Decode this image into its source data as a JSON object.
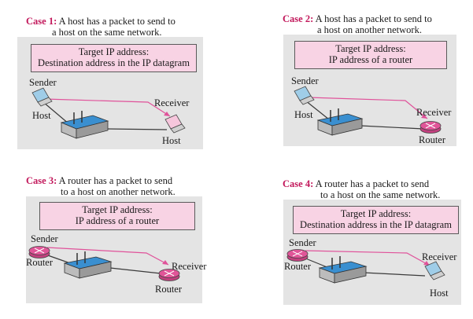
{
  "cases": [
    {
      "label": "Case 1:",
      "line1": "A host has a packet to send to",
      "line2": "a host on the same network.",
      "target_line1": "Target IP address:",
      "target_line2": "Destination address in the IP datagram",
      "sender_caption": "Sender",
      "sender_device": "Host",
      "receiver_caption": "Receiver",
      "receiver_device": "Host"
    },
    {
      "label": "Case 2:",
      "line1": "A host has a packet to send to",
      "line2": "a host on another network.",
      "target_line1": "Target IP address:",
      "target_line2": "IP address of a router",
      "sender_caption": "Sender",
      "sender_device": "Host",
      "receiver_caption": "Receiver",
      "receiver_device": "Router"
    },
    {
      "label": "Case 3:",
      "line1": "A router has a packet to send",
      "line2": "to a host on another network.",
      "target_line1": "Target IP address:",
      "target_line2": "IP address of a router",
      "sender_caption": "Sender",
      "sender_device": "Router",
      "receiver_caption": "Receiver",
      "receiver_device": "Router"
    },
    {
      "label": "Case 4:",
      "line1": "A router has a packet to send",
      "line2": "to a host on the same network.",
      "target_line1": "Target IP address:",
      "target_line2": "Destination address in the IP datagram",
      "sender_caption": "Sender",
      "sender_device": "Router",
      "receiver_caption": "Receiver",
      "receiver_device": "Host"
    }
  ],
  "colors": {
    "case_label": "#c2185b",
    "panel": "#e4e4e4",
    "target_box": "#f8d3e4",
    "arrow": "#e0529a",
    "router": "#e05598",
    "switch_top": "#3a8fd0"
  }
}
